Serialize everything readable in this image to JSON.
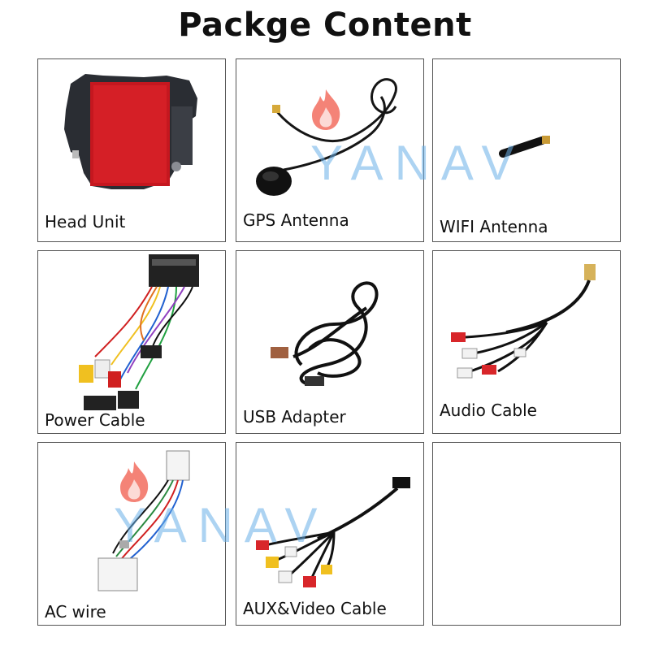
{
  "title": "Packge Content",
  "watermark": "YANAV",
  "items": [
    {
      "label": "Head Unit",
      "icon": "head-unit"
    },
    {
      "label": "GPS Antenna",
      "icon": "gps-antenna"
    },
    {
      "label": "WIFI Antenna",
      "icon": "wifi-antenna"
    },
    {
      "label": "Power Cable",
      "icon": "power-cable"
    },
    {
      "label": "USB Adapter",
      "icon": "usb-adapter"
    },
    {
      "label": "Audio Cable",
      "icon": "audio-cable"
    },
    {
      "label": "AC wire",
      "icon": "ac-wire"
    },
    {
      "label": "AUX&Video Cable",
      "icon": "aux-video-cable"
    },
    {
      "label": "",
      "icon": ""
    }
  ],
  "colors": {
    "watermark": "#6ab0e8",
    "flame": "#f05a4a",
    "rca_red": "#d8262a",
    "rca_white": "#f2f2f2",
    "rca_yellow": "#f0c020"
  }
}
